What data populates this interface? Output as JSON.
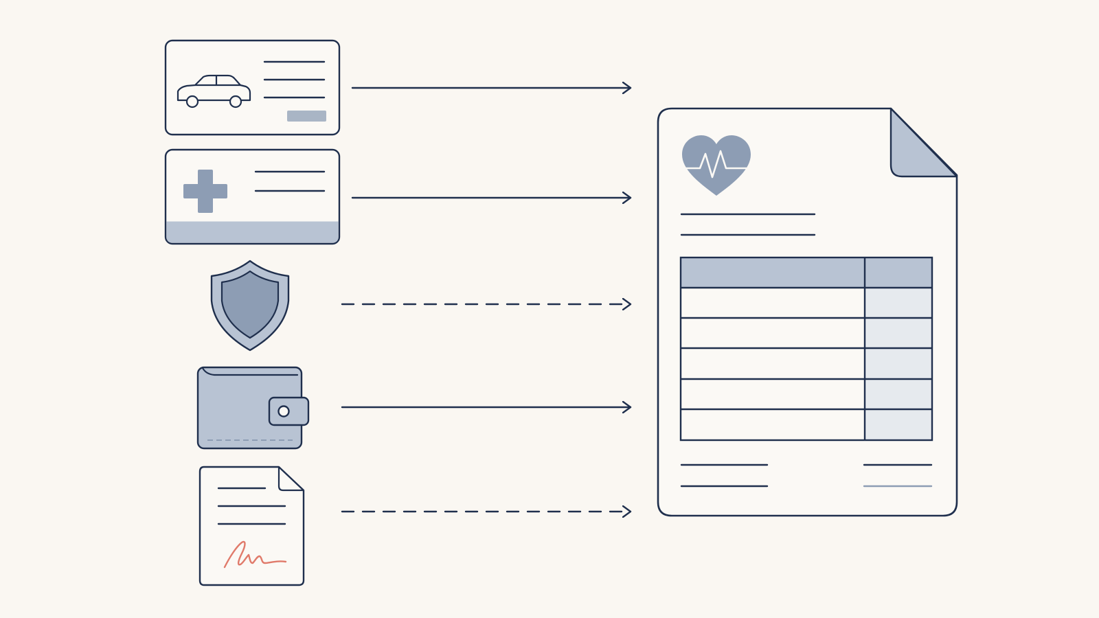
{
  "colors": {
    "background": "#faf7f2",
    "ink": "#1f2f4d",
    "fill": "#b8c3d3",
    "fill_light": "#e6eaee",
    "fill_mid": "#8d9db4",
    "signature": "#e07a6a",
    "paper": "#fbf9f5"
  },
  "sources": [
    {
      "id": "vehicle-registration-card",
      "icon": "car-icon",
      "connector": "solid"
    },
    {
      "id": "health-insurance-card",
      "icon": "medical-cross-icon",
      "connector": "solid"
    },
    {
      "id": "insurance-coverage",
      "icon": "shield-icon",
      "connector": "dashed"
    },
    {
      "id": "wallet",
      "icon": "wallet-icon",
      "connector": "solid"
    },
    {
      "id": "signed-document",
      "icon": "signature-icon",
      "connector": "dashed"
    }
  ],
  "target": {
    "id": "medical-bill-document",
    "icon": "heart-pulse-icon",
    "table": {
      "rows": 5,
      "has_header_row": true,
      "columns": 2
    }
  }
}
